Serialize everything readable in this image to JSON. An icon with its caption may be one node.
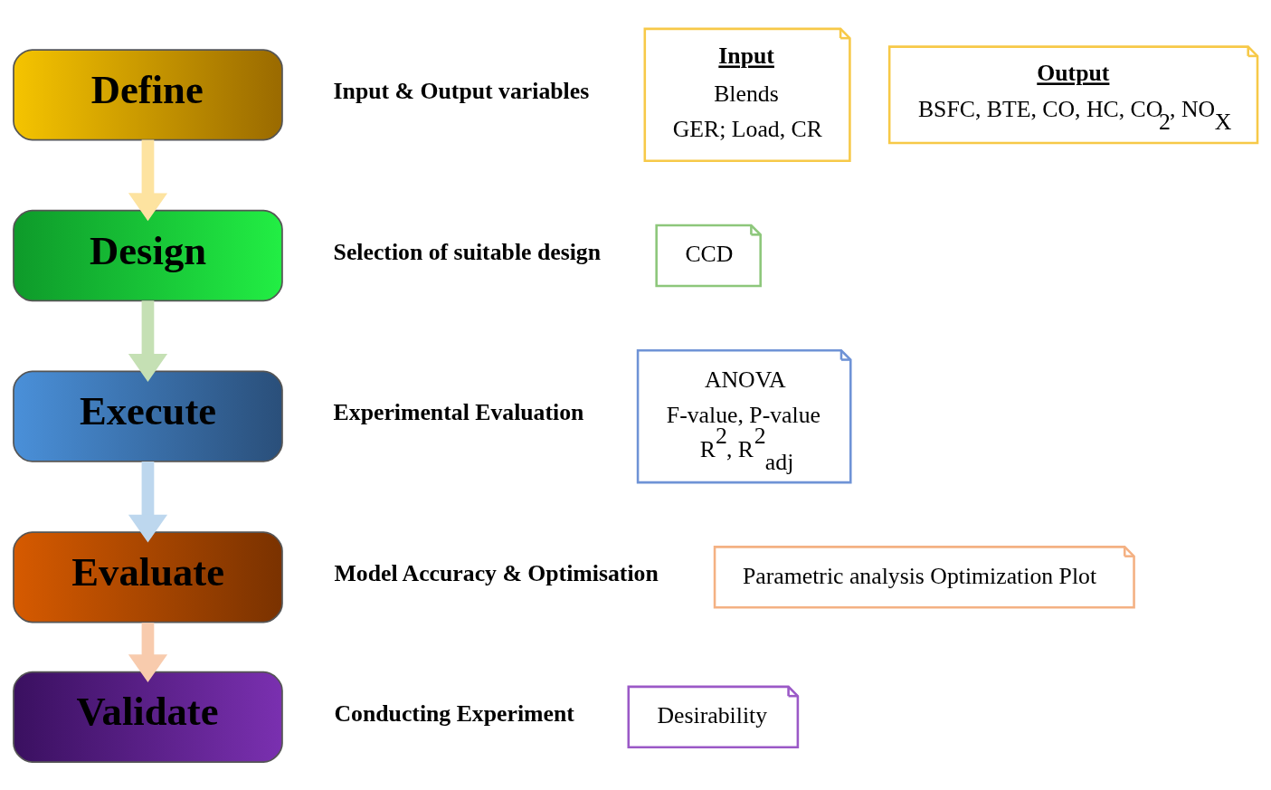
{
  "diagram": {
    "nodes": [
      {
        "text": [
          "Define"
        ],
        "beside": [
          "Input & Output variables"
        ]
      },
      {
        "text": [
          "Input",
          "Blends",
          "GER; Load, CR"
        ]
      },
      {
        "text": [
          "Output",
          "BSFC, BTE, CO, HC, CO$_{2}$, NO$_{X}$"
        ]
      },
      {
        "text": [
          "Design"
        ],
        "beside": [
          "Selection of suitable design"
        ]
      },
      {
        "text": [
          "CCD"
        ]
      },
      {
        "text": [
          "Execute"
        ],
        "beside": [
          "Experimental Evaluation"
        ]
      },
      {
        "text": [
          "ANOVA",
          "F-value, P-value",
          "R$^{2}$, R$^{2}$$_{adj}$"
        ]
      },
      {
        "text": [
          "Evaluate"
        ],
        "beside": [
          "Model Accuracy & Optimisation"
        ]
      },
      {
        "text": [
          "Parametric analysis Optimization Plot"
        ]
      },
      {
        "text": [
          "Validate"
        ],
        "beside": [
          "Conducting Experiment"
        ]
      },
      {
        "text": [
          "Desirability"
        ]
      }
    ],
    "edges": [
      {
        "from": 0,
        "to": 3,
        "arrow": "to",
        "color": "#fde3a0"
      },
      {
        "from": 3,
        "to": 5,
        "arrow": "to",
        "color": "#c5e0b4"
      },
      {
        "from": 5,
        "to": 7,
        "arrow": "to",
        "color": "#bdd7ee"
      },
      {
        "from": 7,
        "to": 9,
        "arrow": "to",
        "color": "#f8cbad"
      }
    ]
  }
}
